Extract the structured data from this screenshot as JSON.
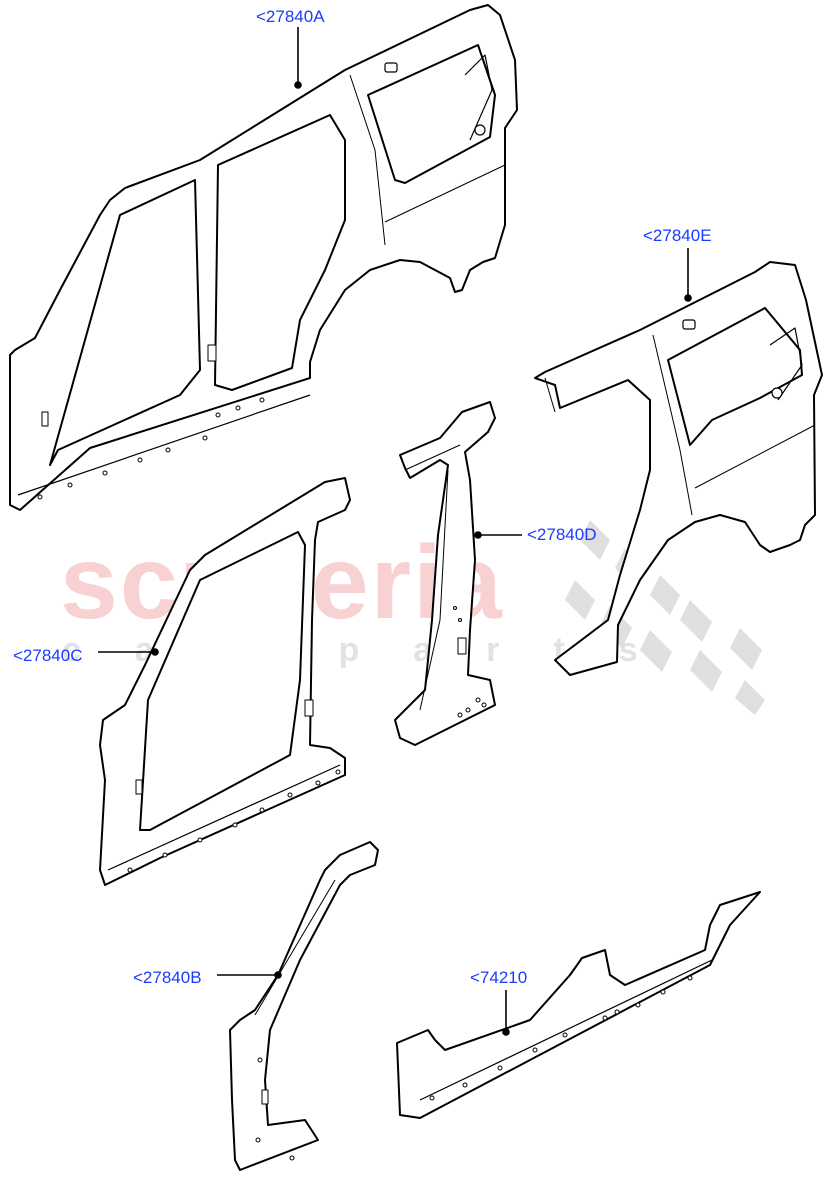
{
  "diagram": {
    "type": "exploded-parts-diagram",
    "subject": "Body side panel assembly",
    "watermark": {
      "main": "scuderia",
      "sub": "car parts",
      "main_color": "#f7c9cc",
      "sub_color": "#e2e2e2",
      "flag_color": "#dcdcdc"
    },
    "label_color": "#1a3cff",
    "line_color": "#000000",
    "callouts": [
      {
        "id": "A",
        "text": "<27840A",
        "part": "complete-body-side-panel"
      },
      {
        "id": "E",
        "text": "<27840E",
        "part": "rear-quarter-panel"
      },
      {
        "id": "D",
        "text": "<27840D",
        "part": "b-pillar"
      },
      {
        "id": "C",
        "text": "<27840C",
        "part": "front-door-aperture-frame"
      },
      {
        "id": "B",
        "text": "<27840B",
        "part": "a-pillar"
      },
      {
        "id": "S",
        "text": "<74210",
        "part": "sill-panel"
      }
    ]
  }
}
